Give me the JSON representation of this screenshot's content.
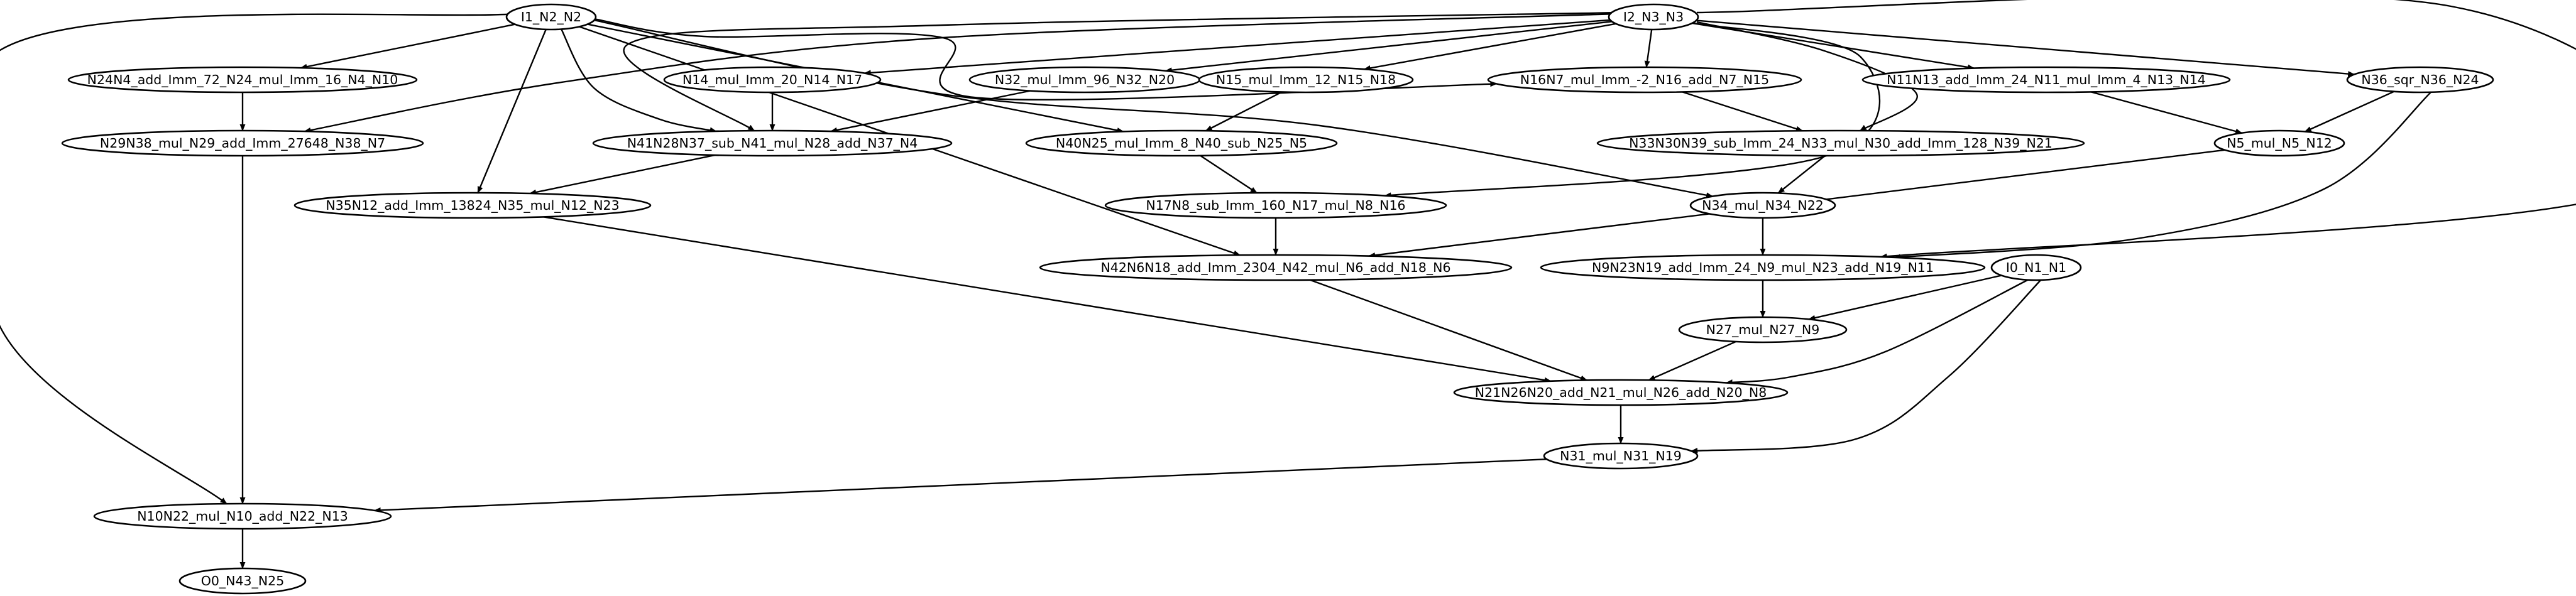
{
  "graph": {
    "nodes": [
      {
        "id": "I1_N2_N2",
        "label": "I1_N2_N2"
      },
      {
        "id": "I2_N3_N3",
        "label": "I2_N3_N3"
      },
      {
        "id": "N24N4",
        "label": "N24N4_add_Imm_72_N24_mul_Imm_16_N4_N10"
      },
      {
        "id": "N14",
        "label": "N14_mul_Imm_20_N14_N17"
      },
      {
        "id": "N32",
        "label": "N32_mul_Imm_96_N32_N20"
      },
      {
        "id": "N15",
        "label": "N15_mul_Imm_12_N15_N18"
      },
      {
        "id": "N16N7",
        "label": "N16N7_mul_Imm_-2_N16_add_N7_N15"
      },
      {
        "id": "N11N13",
        "label": "N11N13_add_Imm_24_N11_mul_Imm_4_N13_N14"
      },
      {
        "id": "N36",
        "label": "N36_sqr_N36_N24"
      },
      {
        "id": "N29N38",
        "label": "N29N38_mul_N29_add_Imm_27648_N38_N7"
      },
      {
        "id": "N41N28N37",
        "label": "N41N28N37_sub_N41_mul_N28_add_N37_N4"
      },
      {
        "id": "N40N25",
        "label": "N40N25_mul_Imm_8_N40_sub_N25_N5"
      },
      {
        "id": "N33N30N39",
        "label": "N33N30N39_sub_Imm_24_N33_mul_N30_add_Imm_128_N39_N21"
      },
      {
        "id": "N5",
        "label": "N5_mul_N5_N12"
      },
      {
        "id": "N35N12",
        "label": "N35N12_add_Imm_13824_N35_mul_N12_N23"
      },
      {
        "id": "N17N8",
        "label": "N17N8_sub_Imm_160_N17_mul_N8_N16"
      },
      {
        "id": "N34",
        "label": "N34_mul_N34_N22"
      },
      {
        "id": "N42N6N18",
        "label": "N42N6N18_add_Imm_2304_N42_mul_N6_add_N18_N6"
      },
      {
        "id": "N9N23N19",
        "label": "N9N23N19_add_Imm_24_N9_mul_N23_add_N19_N11"
      },
      {
        "id": "I0_N1_N1",
        "label": "I0_N1_N1"
      },
      {
        "id": "N27",
        "label": "N27_mul_N27_N9"
      },
      {
        "id": "N21N26N20",
        "label": "N21N26N20_add_N21_mul_N26_add_N20_N8"
      },
      {
        "id": "N31",
        "label": "N31_mul_N31_N19"
      },
      {
        "id": "N10N22",
        "label": "N10N22_mul_N10_add_N22_N13"
      },
      {
        "id": "O0_N43_N25",
        "label": "O0_N43_N25"
      }
    ],
    "edges": [
      {
        "from": "I1_N2_N2",
        "to": "N24N4"
      },
      {
        "from": "I1_N2_N2",
        "to": "N10N22"
      },
      {
        "from": "I1_N2_N2",
        "to": "N41N28N37"
      },
      {
        "from": "I1_N2_N2",
        "to": "N35N12"
      },
      {
        "from": "I1_N2_N2",
        "to": "N42N6N18"
      },
      {
        "from": "I1_N2_N2",
        "to": "N40N25"
      },
      {
        "from": "I1_N2_N2",
        "to": "N34"
      },
      {
        "from": "I1_N2_N2",
        "to": "N16N7"
      },
      {
        "from": "I2_N3_N3",
        "to": "N14"
      },
      {
        "from": "I2_N3_N3",
        "to": "N32"
      },
      {
        "from": "I2_N3_N3",
        "to": "N15"
      },
      {
        "from": "I2_N3_N3",
        "to": "N16N7"
      },
      {
        "from": "I2_N3_N3",
        "to": "N11N13"
      },
      {
        "from": "I2_N3_N3",
        "to": "N36"
      },
      {
        "from": "I2_N3_N3",
        "to": "N29N38"
      },
      {
        "from": "I2_N3_N3",
        "to": "N41N28N37"
      },
      {
        "from": "I2_N3_N3",
        "to": "N33N30N39"
      },
      {
        "from": "I2_N3_N3",
        "to": "N17N8"
      },
      {
        "from": "I2_N3_N3",
        "to": "N9N23N19"
      },
      {
        "from": "N24N4",
        "to": "N29N38"
      },
      {
        "from": "N14",
        "to": "N41N28N37"
      },
      {
        "from": "N32",
        "to": "N41N28N37"
      },
      {
        "from": "N15",
        "to": "N40N25"
      },
      {
        "from": "N16N7",
        "to": "N33N30N39"
      },
      {
        "from": "N11N13",
        "to": "N5"
      },
      {
        "from": "N36",
        "to": "N5"
      },
      {
        "from": "N36",
        "to": "N9N23N19"
      },
      {
        "from": "N29N38",
        "to": "N10N22"
      },
      {
        "from": "N41N28N37",
        "to": "N35N12"
      },
      {
        "from": "N40N25",
        "to": "N17N8"
      },
      {
        "from": "N33N30N39",
        "to": "N34"
      },
      {
        "from": "N5",
        "to": "N42N6N18"
      },
      {
        "from": "N35N12",
        "to": "N21N26N20"
      },
      {
        "from": "N17N8",
        "to": "N42N6N18"
      },
      {
        "from": "N34",
        "to": "N9N23N19"
      },
      {
        "from": "N42N6N18",
        "to": "N21N26N20"
      },
      {
        "from": "N9N23N19",
        "to": "N27"
      },
      {
        "from": "I0_N1_N1",
        "to": "N27"
      },
      {
        "from": "I0_N1_N1",
        "to": "N21N26N20"
      },
      {
        "from": "I0_N1_N1",
        "to": "N31"
      },
      {
        "from": "N27",
        "to": "N21N26N20"
      },
      {
        "from": "N21N26N20",
        "to": "N31"
      },
      {
        "from": "N31",
        "to": "N10N22"
      },
      {
        "from": "N10N22",
        "to": "O0_N43_N25"
      }
    ]
  }
}
